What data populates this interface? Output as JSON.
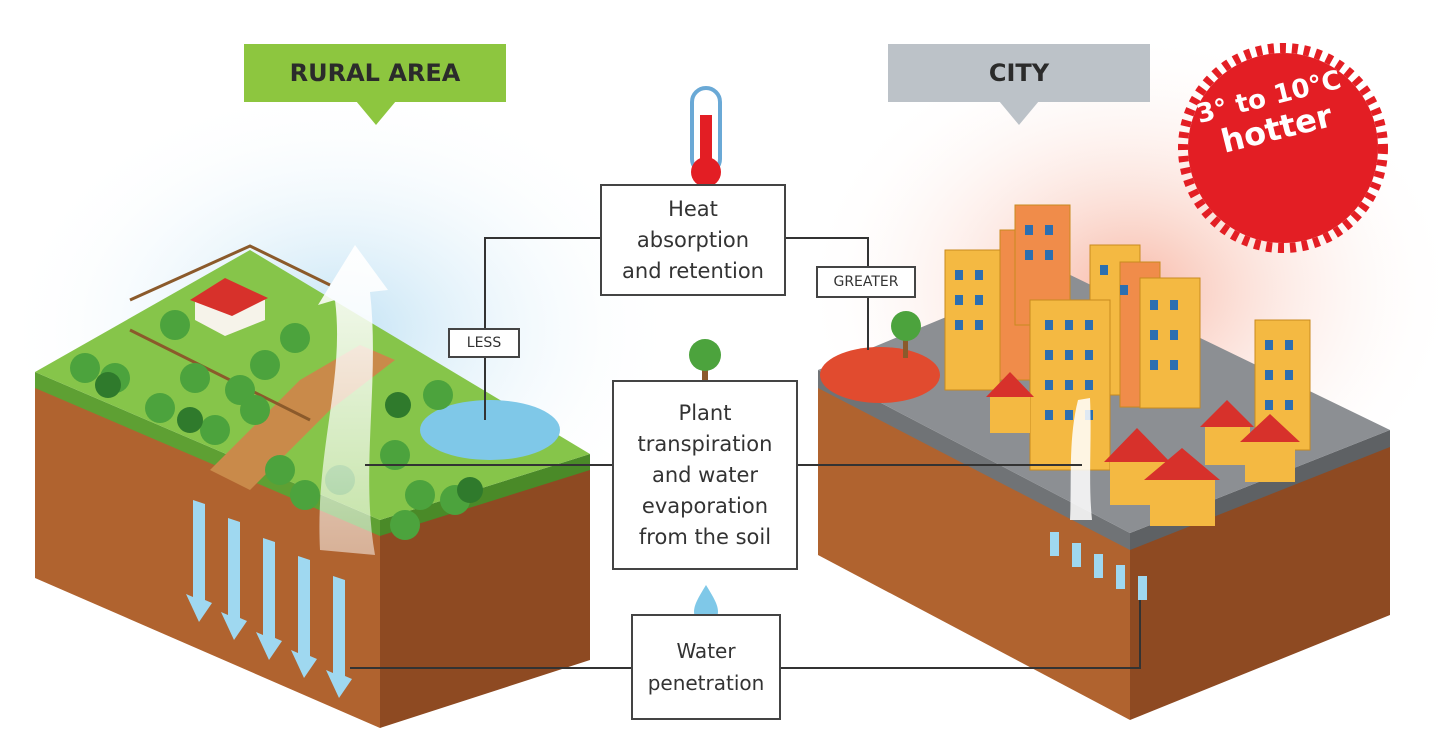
{
  "rural_label": "RURAL AREA",
  "city_label": "CITY",
  "badge": {
    "line1": "3° to 10°C",
    "line2": "hotter"
  },
  "heat_box": [
    "Heat",
    "absorption",
    "and retention"
  ],
  "plant_box": [
    "Plant",
    "transpiration",
    "and water",
    "evaporation",
    "from the soil"
  ],
  "water_box": [
    "Water",
    "penetration"
  ],
  "less_label": "LESS",
  "greater_label": "GREATER",
  "colors": {
    "rural_banner": "#8dc63f",
    "city_banner": "#bcc2c8",
    "badge_red": "#e31e24",
    "soil": "#a0522d",
    "grass": "#7cc242",
    "road": "#8c8f93",
    "building": "#f4b942",
    "roof": "#d7312b",
    "water": "#7fc8e8",
    "sky_blue": "#cfe8f6",
    "heat_pink": "#fbd3c8"
  }
}
